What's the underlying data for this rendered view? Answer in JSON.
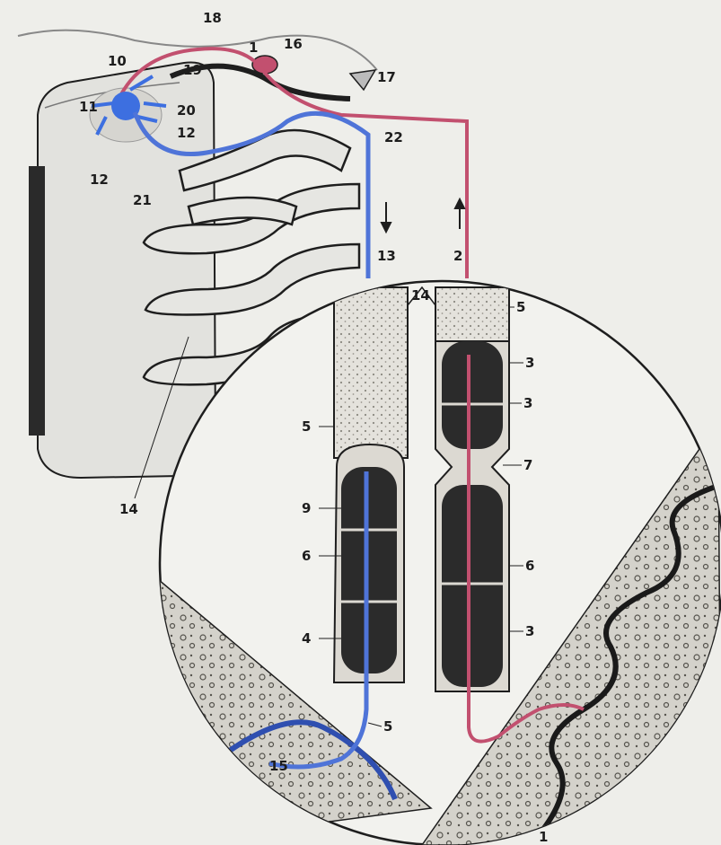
{
  "figure": {
    "labels": [
      "18",
      "10",
      "16",
      "1",
      "19",
      "17",
      "11",
      "20",
      "12",
      "22",
      "12",
      "21",
      "13",
      "2",
      "14",
      "5",
      "3",
      "3",
      "5",
      "7",
      "9",
      "6",
      "4",
      "6",
      "3",
      "5",
      "15",
      "14",
      "1"
    ]
  },
  "colors": {
    "background": "#eeeeea",
    "spinal_cord": "#e2e2de",
    "cord_shadow": "#2a2a2a",
    "nerve_outline": "#1e1e1e",
    "sensory_fiber": "#c2506f",
    "motor_fiber": "#4f74d8",
    "motor_neuron": "#3d6fe0",
    "muscle_fiber": "#2b2b2b",
    "tendon": "#dcd9d2",
    "tissue": "#d5d3cc",
    "skin_line": "#1a1a1a"
  }
}
